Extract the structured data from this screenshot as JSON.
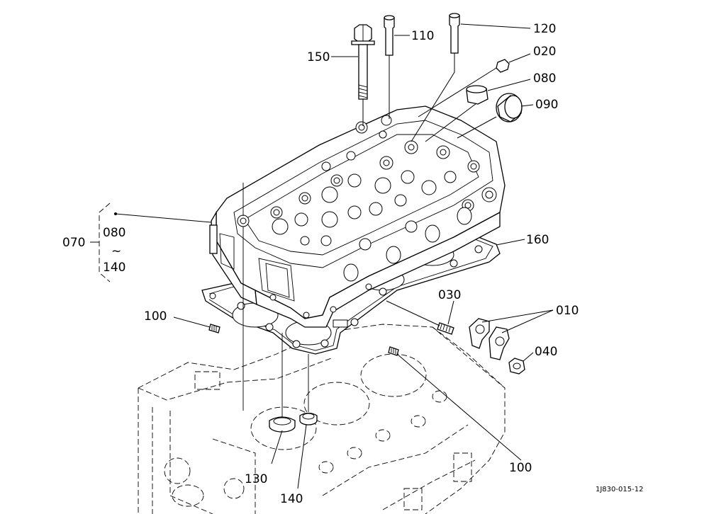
{
  "labels": {
    "p150": "150",
    "p110": "110",
    "p120": "120",
    "p020": "020",
    "p080_top": "080",
    "p090": "090",
    "p070": "070",
    "p080_group": "080",
    "tilde": "~",
    "p140_group": "140",
    "p160": "160",
    "p100_left": "100",
    "p030": "030",
    "p010": "010",
    "p040": "040",
    "p130": "130",
    "p140_bottom": "140",
    "p100_bottom": "100"
  },
  "drawing_code": "1J830-015-12"
}
